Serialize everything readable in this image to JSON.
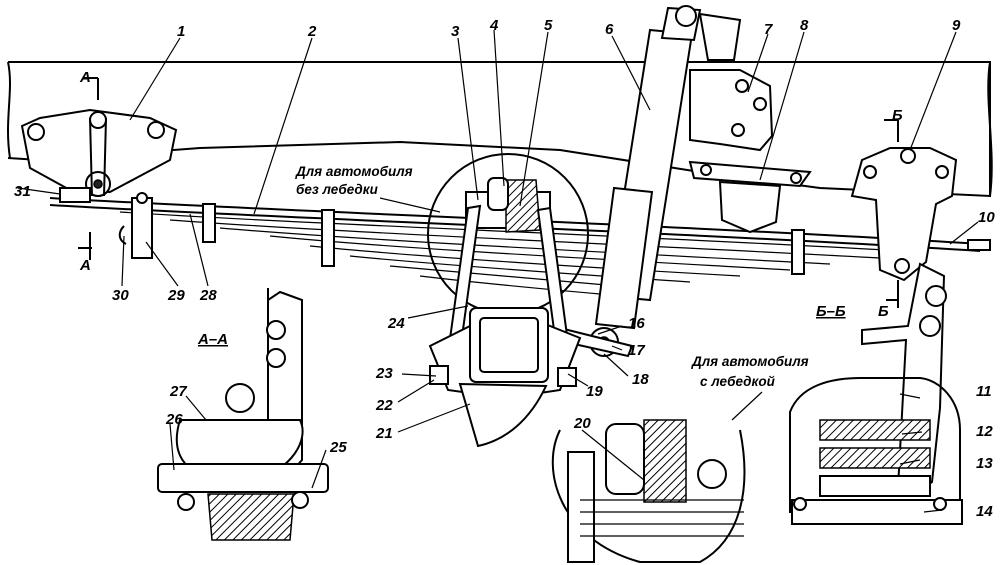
{
  "labels": [
    {
      "id": "1",
      "text": "1"
    },
    {
      "id": "2",
      "text": "2"
    },
    {
      "id": "3",
      "text": "3"
    },
    {
      "id": "4",
      "text": "4"
    },
    {
      "id": "5",
      "text": "5"
    },
    {
      "id": "6",
      "text": "6"
    },
    {
      "id": "7",
      "text": "7"
    },
    {
      "id": "8",
      "text": "8"
    },
    {
      "id": "9",
      "text": "9"
    },
    {
      "id": "10",
      "text": "10"
    },
    {
      "id": "11",
      "text": "11"
    },
    {
      "id": "12",
      "text": "12"
    },
    {
      "id": "13",
      "text": "13"
    },
    {
      "id": "14",
      "text": "14"
    },
    {
      "id": "16",
      "text": "16"
    },
    {
      "id": "17",
      "text": "17"
    },
    {
      "id": "18",
      "text": "18"
    },
    {
      "id": "19",
      "text": "19"
    },
    {
      "id": "20",
      "text": "20"
    },
    {
      "id": "21",
      "text": "21"
    },
    {
      "id": "22",
      "text": "22"
    },
    {
      "id": "23",
      "text": "23"
    },
    {
      "id": "24",
      "text": "24"
    },
    {
      "id": "25",
      "text": "25"
    },
    {
      "id": "26",
      "text": "26"
    },
    {
      "id": "27",
      "text": "27"
    },
    {
      "id": "28",
      "text": "28"
    },
    {
      "id": "29",
      "text": "29"
    },
    {
      "id": "30",
      "text": "30"
    },
    {
      "id": "31",
      "text": "31"
    }
  ],
  "sections": {
    "a_marker": "А",
    "b_marker": "Б",
    "a_section": "А–А",
    "b_section": "Б–Б"
  },
  "notes": {
    "no_winch_line1": "Для автомобиля",
    "no_winch_line2": "без лебедки",
    "with_winch_line1": "Для автомобиля",
    "with_winch_line2": "с лебедкой"
  }
}
